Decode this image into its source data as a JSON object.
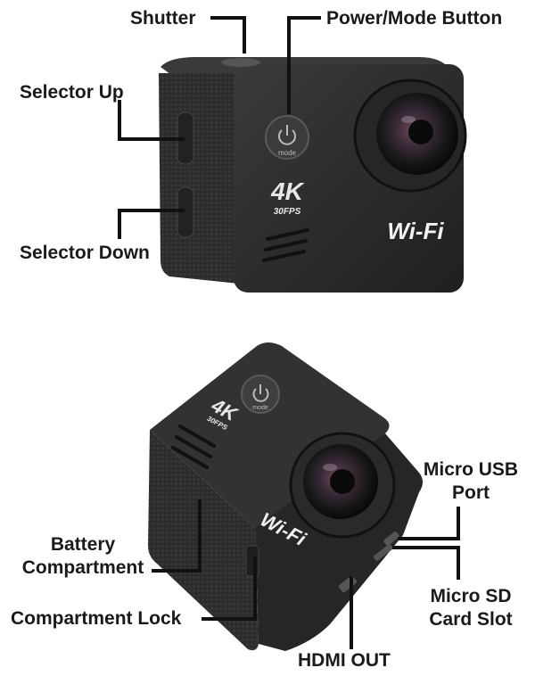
{
  "callouts": {
    "shutter": "Shutter",
    "power_mode": "Power/Mode Button",
    "selector_up": "Selector Up",
    "selector_down": "Selector Down",
    "micro_usb_1": "Micro USB",
    "micro_usb_2": "Port",
    "battery_1": "Battery",
    "battery_2": "Compartment",
    "micro_sd_1": "Micro SD",
    "micro_sd_2": "Card Slot",
    "compartment_lock": "Compartment Lock",
    "hdmi_out": "HDMI OUT"
  },
  "camera_markings": {
    "resolution": "4K",
    "fps": "30FPS",
    "wifi": "Wi-Fi",
    "mode": "mode"
  }
}
